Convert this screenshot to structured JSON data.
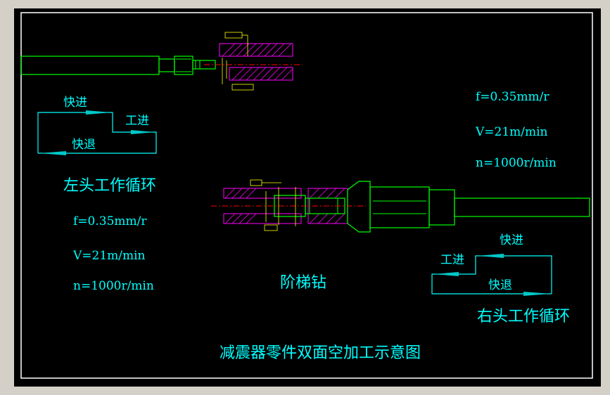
{
  "colors": {
    "background": "#000000",
    "frame": "#c0c0c0",
    "border": "#ffffff",
    "text": "#00ffff",
    "tool": "#00ff00",
    "workpiece_hatch": "#ff00ff",
    "dimension": "#ffff00",
    "arrow": "#00c8c8",
    "centerline": "#ff0000"
  },
  "title": "减震器零件双面空加工示意图",
  "center_label": "阶梯钻",
  "left_cycle": {
    "title": "左头工作循环",
    "fast_in": "快进",
    "work_in": "工进",
    "fast_out": "快退",
    "params": {
      "feed": "f=0.35mm/r",
      "speed": "V=21m/min",
      "rpm": "n=1000r/min"
    }
  },
  "right_cycle": {
    "title": "右头工作循环",
    "fast_in": "快进",
    "work_in": "工进",
    "fast_out": "快退",
    "params": {
      "feed": "f=0.35mm/r",
      "speed": "V=21m/min",
      "rpm": "n=1000r/min"
    }
  }
}
